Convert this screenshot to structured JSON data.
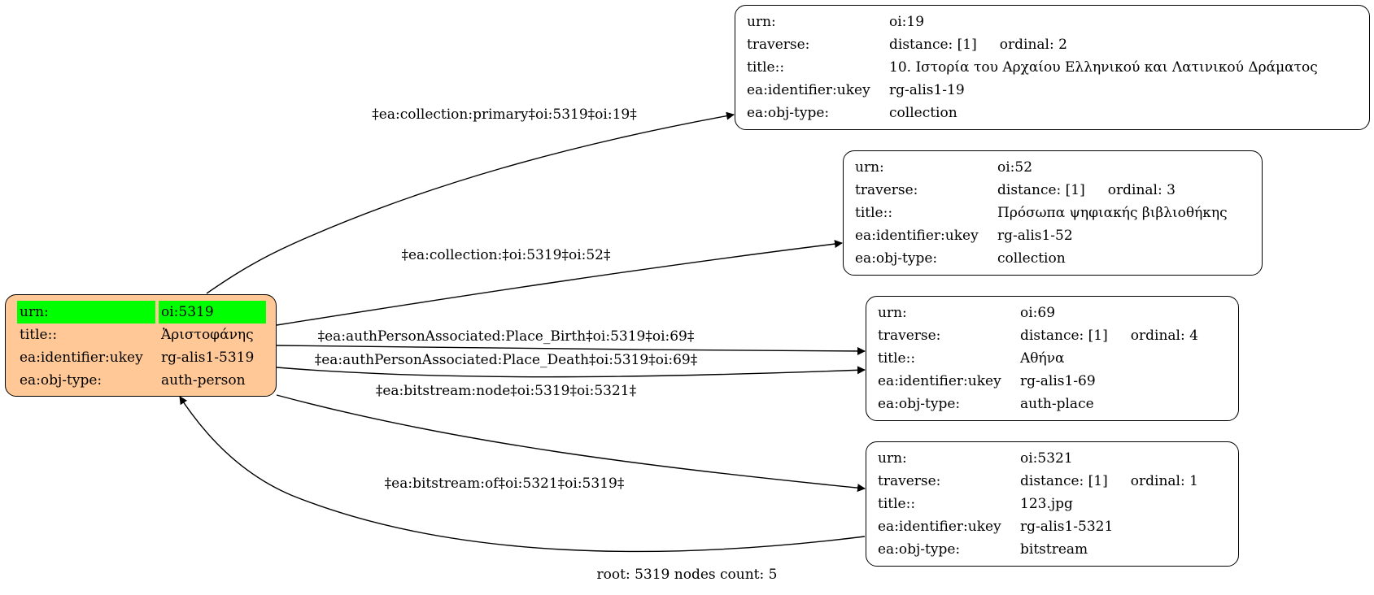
{
  "root_node": {
    "rows": [
      {
        "key": "urn:",
        "value": "oi:5319"
      },
      {
        "key": "title::",
        "value": "Ἀριστοφάνης"
      },
      {
        "key": "ea:identifier:ukey",
        "value": "rg-alis1-5319"
      },
      {
        "key": "ea:obj-type:",
        "value": "auth-person"
      }
    ],
    "fill": "#ffc896",
    "highlight": "#00ff00"
  },
  "nodes": [
    {
      "urn_key": "urn:",
      "urn": "oi:19",
      "traverse_key": "traverse:",
      "distance": "distance: [1]",
      "ordinal": "ordinal: 2",
      "title_key": "title::",
      "title": "10. Ιστορία του Αρχαίου Ελληνικού και Λατινικού Δράματος",
      "ukey_key": "ea:identifier:ukey",
      "ukey": "rg-alis1-19",
      "type_key": "ea:obj-type:",
      "type": "collection"
    },
    {
      "urn_key": "urn:",
      "urn": "oi:52",
      "traverse_key": "traverse:",
      "distance": "distance: [1]",
      "ordinal": "ordinal: 3",
      "title_key": "title::",
      "title": "Πρόσωπα ψηφιακής βιβλιοθήκης",
      "ukey_key": "ea:identifier:ukey",
      "ukey": "rg-alis1-52",
      "type_key": "ea:obj-type:",
      "type": "collection"
    },
    {
      "urn_key": "urn:",
      "urn": "oi:69",
      "traverse_key": "traverse:",
      "distance": "distance: [1]",
      "ordinal": "ordinal: 4",
      "title_key": "title::",
      "title": "Αθήνα",
      "ukey_key": "ea:identifier:ukey",
      "ukey": "rg-alis1-69",
      "type_key": "ea:obj-type:",
      "type": "auth-place"
    },
    {
      "urn_key": "urn:",
      "urn": "oi:5321",
      "traverse_key": "traverse:",
      "distance": "distance: [1]",
      "ordinal": "ordinal: 1",
      "title_key": "title::",
      "title": "123.jpg",
      "ukey_key": "ea:identifier:ukey",
      "ukey": "rg-alis1-5321",
      "type_key": "ea:obj-type:",
      "type": "bitstream"
    }
  ],
  "edges": [
    {
      "label": "‡ea:collection:primary‡oi:5319‡oi:19‡"
    },
    {
      "label": "‡ea:collection:‡oi:5319‡oi:52‡"
    },
    {
      "label": "‡ea:authPersonAssociated:Place_Birth‡oi:5319‡oi:69‡"
    },
    {
      "label": "‡ea:authPersonAssociated:Place_Death‡oi:5319‡oi:69‡"
    },
    {
      "label": "‡ea:bitstream:node‡oi:5319‡oi:5321‡"
    },
    {
      "label": "‡ea:bitstream:of‡oi:5321‡oi:5319‡"
    }
  ],
  "caption": "root: 5319 nodes count: 5"
}
